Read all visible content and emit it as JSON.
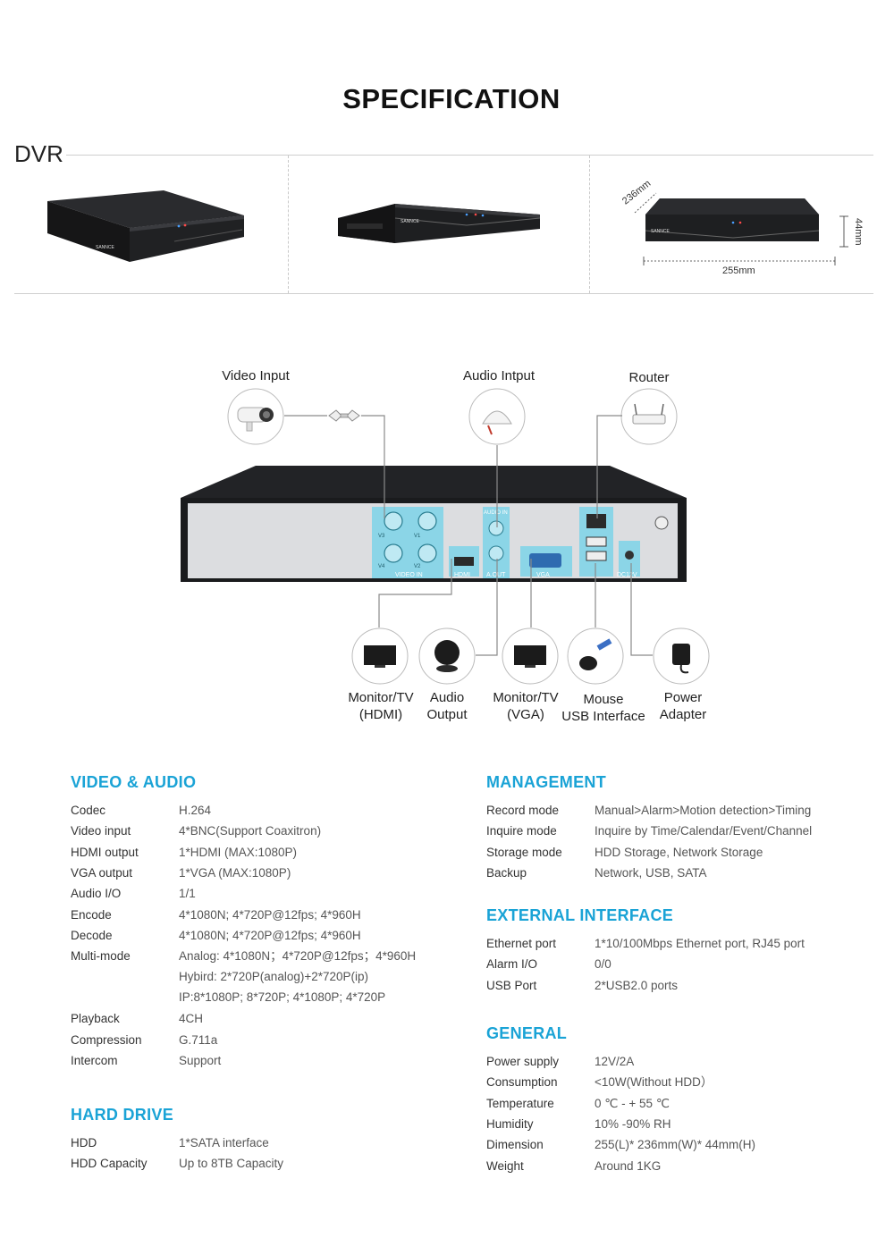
{
  "title": "SPECIFICATION",
  "dvr_label": "DVR",
  "device_brand": "SANNCE",
  "dimensions": {
    "depth": "236mm",
    "width": "255mm",
    "height": "44mm"
  },
  "ports": {
    "video_in": "VIDEO IN",
    "hdmi": "HDMI",
    "audio_in": "AUDIO IN",
    "audio_out": "A.OUT",
    "vga": "VGA",
    "dc": "DC12V",
    "channels": [
      "V3",
      "V1",
      "V4",
      "V2"
    ]
  },
  "connections": {
    "video_input": "Video Input",
    "audio_input": "Audio Intput",
    "router": "Router",
    "monitor_hdmi": [
      "Monitor/TV",
      "(HDMI)"
    ],
    "audio_output": [
      "Audio",
      "Output"
    ],
    "monitor_vga": [
      "Monitor/TV",
      "(VGA)"
    ],
    "mouse_usb": [
      "Mouse",
      "USB Interface"
    ],
    "power_adapter": [
      "Power",
      "Adapter"
    ]
  },
  "sections": {
    "video_audio": {
      "title": "VIDEO & AUDIO",
      "rows": [
        {
          "k": "Codec",
          "v": "H.264"
        },
        {
          "k": "Video input",
          "v": "4*BNC(Support Coaxitron)"
        },
        {
          "k": "HDMI output",
          "v": "1*HDMI (MAX:1080P)"
        },
        {
          "k": "VGA output",
          "v": "1*VGA (MAX:1080P)"
        },
        {
          "k": "Audio I/O",
          "v": "1/1"
        },
        {
          "k": "Encode",
          "v": "4*1080N; 4*720P@12fps; 4*960H"
        },
        {
          "k": "Decode",
          "v": "4*1080N; 4*720P@12fps; 4*960H"
        },
        {
          "k": "Multi-mode",
          "v": "Analog: 4*1080N；4*720P@12fps；4*960H"
        }
      ],
      "multi_cont": [
        "Hybird: 2*720P(analog)+2*720P(ip)",
        "IP:8*1080P; 8*720P; 4*1080P; 4*720P"
      ],
      "rows2": [
        {
          "k": "Playback",
          "v": "4CH"
        },
        {
          "k": "Compression",
          "v": "G.711a"
        },
        {
          "k": "Intercom",
          "v": "Support"
        }
      ]
    },
    "hard_drive": {
      "title": "HARD DRIVE",
      "rows": [
        {
          "k": "HDD",
          "v": "1*SATA interface"
        },
        {
          "k": "HDD Capacity",
          "v": "Up to 8TB Capacity"
        }
      ]
    },
    "management": {
      "title": "MANAGEMENT",
      "rows": [
        {
          "k": "Record mode",
          "v": "Manual>Alarm>Motion detection>Timing"
        },
        {
          "k": "Inquire mode",
          "v": "Inquire by Time/Calendar/Event/Channel"
        },
        {
          "k": "Storage mode",
          "v": "HDD Storage, Network Storage"
        },
        {
          "k": "Backup",
          "v": "Network, USB, SATA"
        }
      ]
    },
    "external_interface": {
      "title": "EXTERNAL INTERFACE",
      "rows": [
        {
          "k": "Ethernet port",
          "v": "1*10/100Mbps Ethernet port, RJ45 port"
        },
        {
          "k": "Alarm I/O",
          "v": "0/0"
        },
        {
          "k": "USB Port",
          "v": "2*USB2.0 ports"
        }
      ]
    },
    "general": {
      "title": "GENERAL",
      "rows": [
        {
          "k": "Power supply",
          "v": "12V/2A"
        },
        {
          "k": "Consumption",
          "v": "<10W(Without HDD）"
        },
        {
          "k": "Temperature",
          "v": "0 ℃ - + 55 ℃"
        },
        {
          "k": "Humidity",
          "v": "10% -90% RH"
        },
        {
          "k": "Dimension",
          "v": "255(L)* 236mm(W)* 44mm(H)"
        },
        {
          "k": "Weight",
          "v": "Around 1KG"
        }
      ]
    }
  },
  "colors": {
    "accent": "#1aa3d6",
    "port_highlight": "#6fd0e6",
    "device_dark": "#1c1c1e",
    "panel": "#d9dadc"
  }
}
